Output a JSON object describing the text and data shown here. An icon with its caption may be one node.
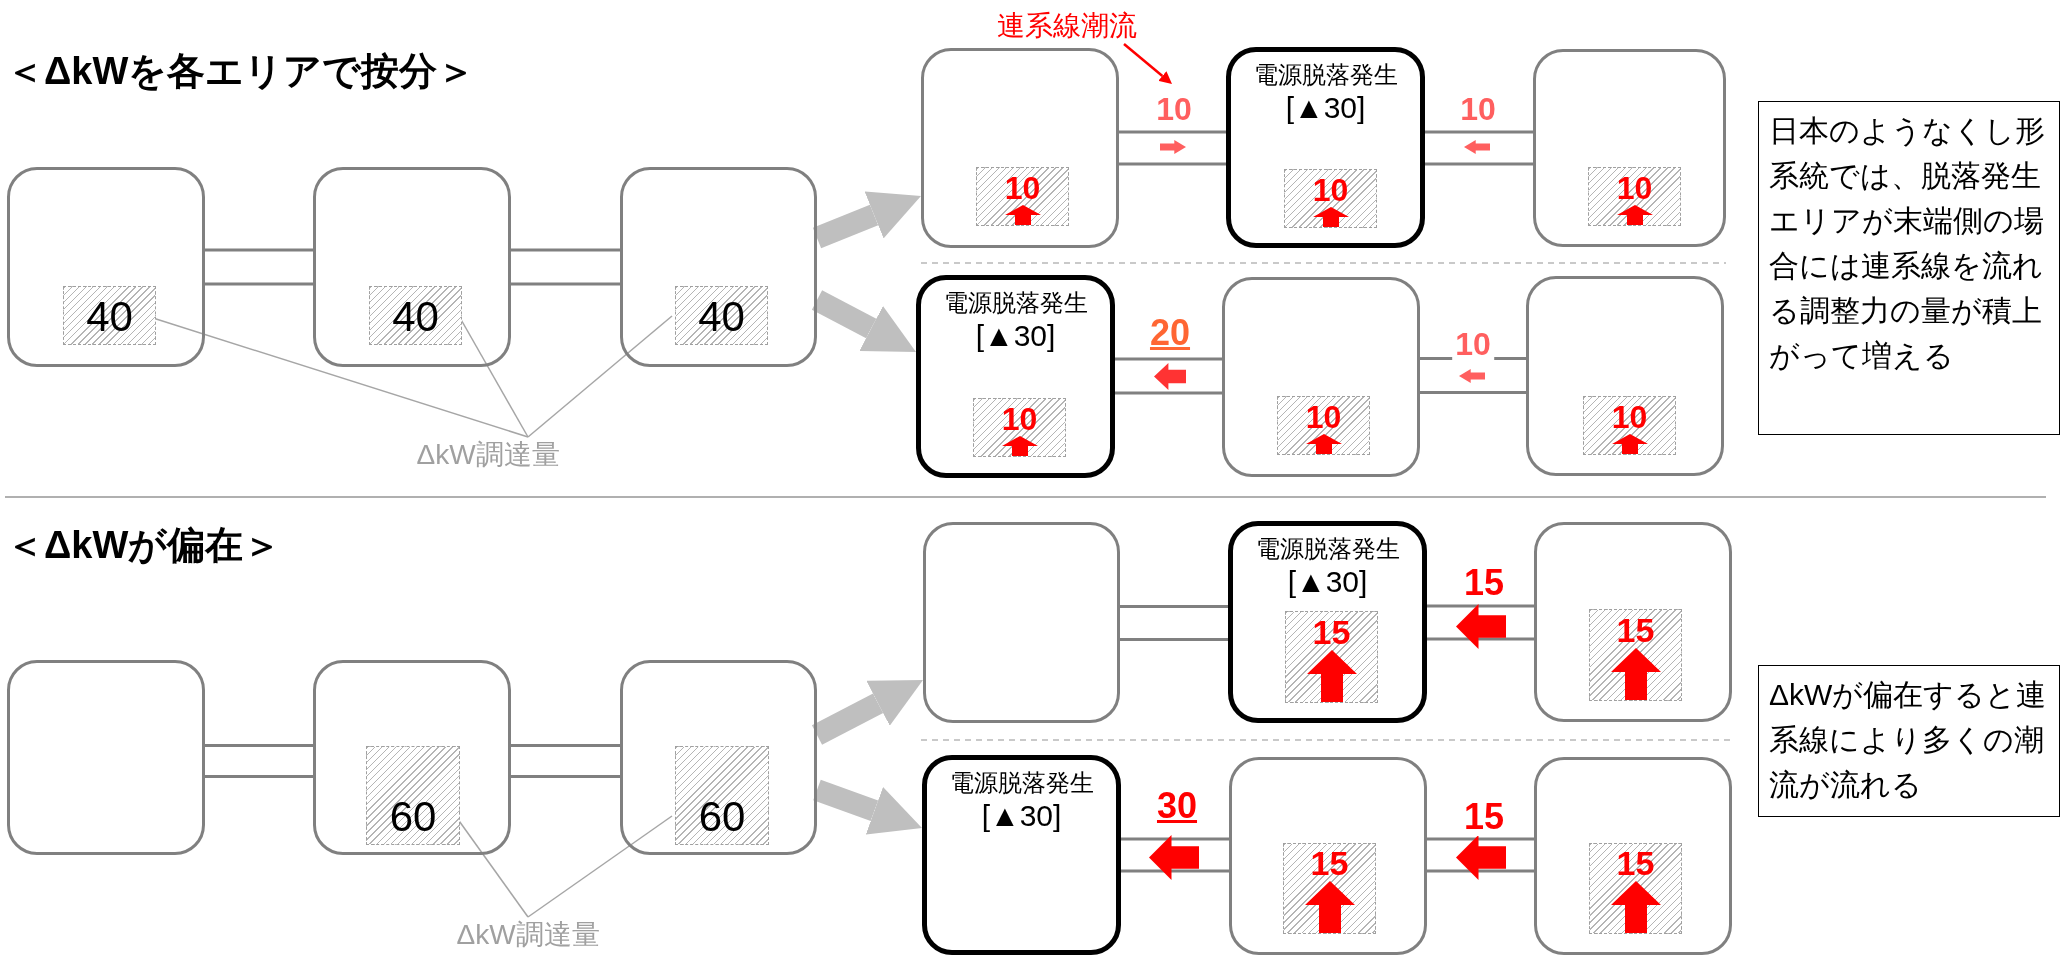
{
  "diagram": {
    "nodes": [
      {
        "text": [],
        "shape": "box"
      },
      {
        "text": [
          "40"
        ],
        "in": 0
      },
      {
        "text": [],
        "shape": "box"
      },
      {
        "text": [
          "40"
        ],
        "in": 2
      },
      {
        "text": [],
        "shape": "box"
      },
      {
        "text": [
          "40"
        ],
        "in": 4
      },
      {
        "text": [
          "ΔkW調達量"
        ]
      },
      {
        "text": [
          "連系線潮流"
        ]
      },
      {
        "text": [],
        "shape": "box"
      },
      {
        "text": [
          "10"
        ],
        "in": 8
      },
      {
        "text": [
          "電源脱落発生",
          "[▲30]"
        ]
      },
      {
        "text": [
          "10"
        ],
        "in": 10
      },
      {
        "text": [],
        "shape": "box"
      },
      {
        "text": [
          "10"
        ],
        "in": 12
      },
      {
        "text": [
          "日本のようなくし形系統では、脱落発生エリアが末端側の場合には連系線を流れる調整力の量が積上がって増える"
        ]
      },
      {
        "text": [
          "電源脱落発生",
          "[▲30]"
        ]
      },
      {
        "text": [
          "10"
        ],
        "in": 15
      },
      {
        "text": [],
        "shape": "box"
      },
      {
        "text": [
          "10"
        ],
        "in": 17
      },
      {
        "text": [],
        "shape": "box"
      },
      {
        "text": [
          "10"
        ],
        "in": 19
      },
      {
        "text": [],
        "shape": "box"
      },
      {
        "text": [],
        "shape": "box"
      },
      {
        "text": [
          "60"
        ],
        "in": 22
      },
      {
        "text": [],
        "shape": "box"
      },
      {
        "text": [
          "60"
        ],
        "in": 24
      },
      {
        "text": [
          "ΔkW調達量"
        ]
      },
      {
        "text": [],
        "shape": "box"
      },
      {
        "text": [
          "電源脱落発生",
          "[▲30]"
        ]
      },
      {
        "text": [
          "15"
        ],
        "in": 28
      },
      {
        "text": [],
        "shape": "box"
      },
      {
        "text": [
          "15"
        ],
        "in": 30
      },
      {
        "text": [
          "ΔkWが偏在すると連系線により多くの潮流が流れる"
        ]
      },
      {
        "text": [
          "電源脱落発生",
          "[▲30]"
        ]
      },
      {
        "text": [],
        "shape": "box"
      },
      {
        "text": [
          "15"
        ],
        "in": 34
      },
      {
        "text": [],
        "shape": "box"
      },
      {
        "text": [
          "15"
        ],
        "in": 36
      }
    ],
    "edges": [
      {
        "from": 0,
        "to": 2,
        "arrow": "none"
      },
      {
        "from": 2,
        "to": 4,
        "arrow": "none"
      },
      {
        "from": 6,
        "to": 1,
        "arrow": "none",
        "color": "#a6a6a6"
      },
      {
        "from": 6,
        "to": 3,
        "arrow": "none",
        "color": "#a6a6a6"
      },
      {
        "from": 6,
        "to": 5,
        "arrow": "none",
        "color": "#a6a6a6"
      },
      {
        "from": 4,
        "to": 8,
        "arrow": "to",
        "style": "thick",
        "color": "#bfbfbf"
      },
      {
        "from": 4,
        "to": 15,
        "arrow": "to",
        "style": "thick",
        "color": "#bfbfbf"
      },
      {
        "from": 7,
        "to": null,
        "arrow": "to",
        "color": "#ff0000"
      },
      {
        "from": 8,
        "to": 10,
        "arrow": "none",
        "label": "10"
      },
      {
        "from": 10,
        "to": 12,
        "arrow": "none",
        "label": "10"
      },
      {
        "from": 15,
        "to": 17,
        "arrow": "none",
        "label": "20"
      },
      {
        "from": 17,
        "to": 19,
        "arrow": "none",
        "label": "10"
      },
      {
        "from": 21,
        "to": 22,
        "arrow": "none"
      },
      {
        "from": 22,
        "to": 24,
        "arrow": "none"
      },
      {
        "from": 26,
        "to": 23,
        "arrow": "none",
        "color": "#a6a6a6"
      },
      {
        "from": 26,
        "to": 25,
        "arrow": "none",
        "color": "#a6a6a6"
      },
      {
        "from": 24,
        "to": 27,
        "arrow": "to",
        "style": "thick",
        "color": "#bfbfbf"
      },
      {
        "from": 24,
        "to": 33,
        "arrow": "to",
        "style": "thick",
        "color": "#bfbfbf"
      },
      {
        "from": 27,
        "to": 28,
        "arrow": "none"
      },
      {
        "from": 28,
        "to": 30,
        "arrow": "none",
        "label": "15"
      },
      {
        "from": 33,
        "to": 34,
        "arrow": "none",
        "label": "30"
      },
      {
        "from": 34,
        "to": 36,
        "arrow": "none",
        "label": "15"
      }
    ],
    "labels": [
      "＜ΔkWを各エリアで按分＞",
      "＜ΔkWが偏在＞"
    ]
  }
}
